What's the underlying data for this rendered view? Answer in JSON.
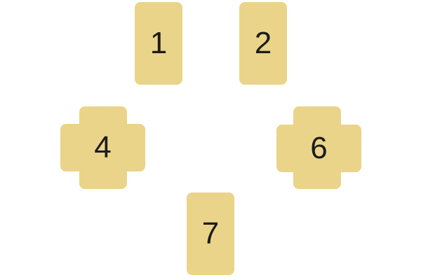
{
  "colors": {
    "background": "#FFFFFF",
    "card_fill": "#EAD489",
    "number_text": "#1B1B1B"
  },
  "spread": {
    "cards": [
      {
        "label": "1",
        "orientation": "vertical"
      },
      {
        "label": "2",
        "orientation": "vertical"
      },
      {
        "label": "",
        "orientation": "vertical",
        "covered": true
      },
      {
        "label": "4",
        "orientation": "horizontal"
      },
      {
        "label": "",
        "orientation": "vertical",
        "covered": true
      },
      {
        "label": "6",
        "orientation": "horizontal"
      },
      {
        "label": "7",
        "orientation": "vertical"
      }
    ]
  }
}
